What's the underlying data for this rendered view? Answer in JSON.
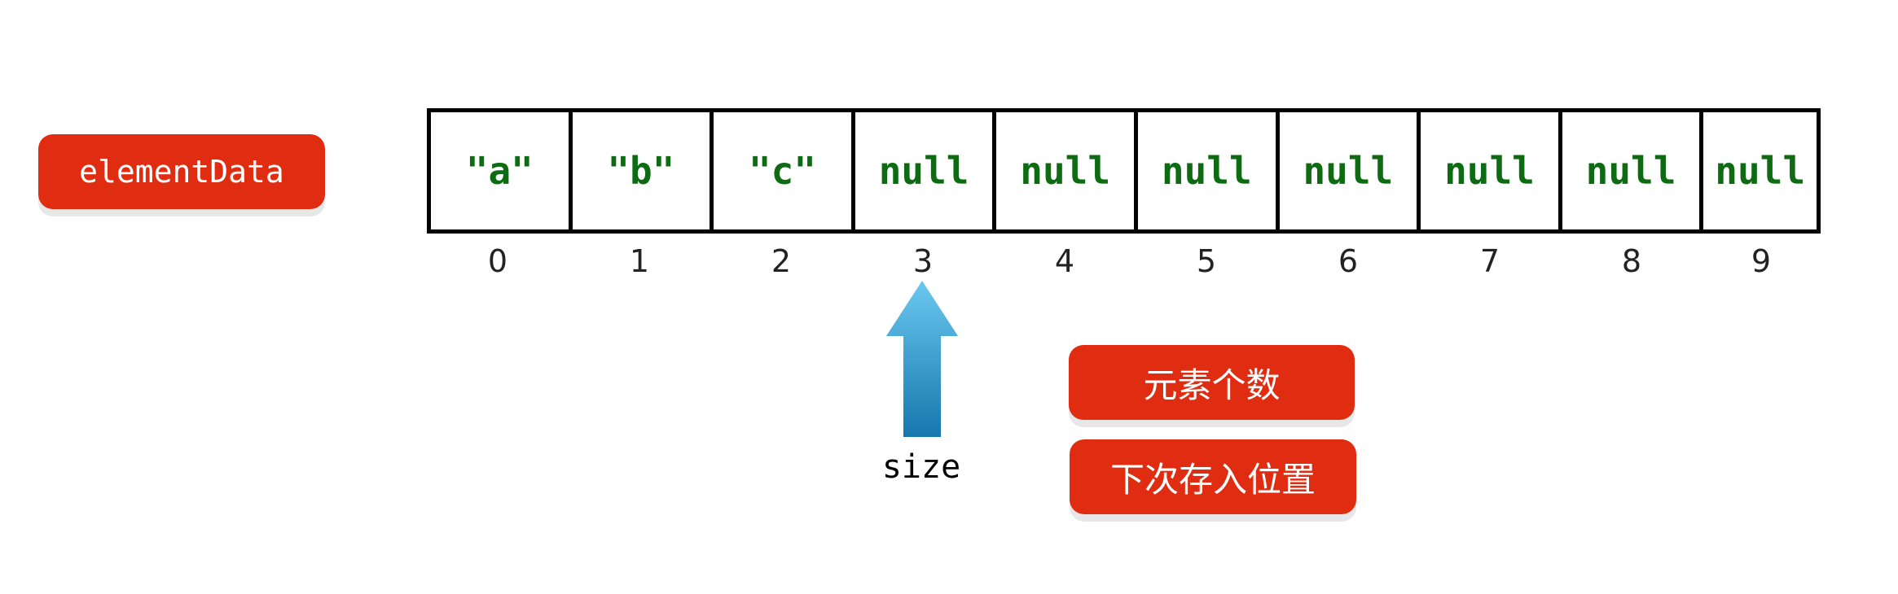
{
  "labels": {
    "array_name": "elementData",
    "pointer": "size",
    "note_count": "元素个数",
    "note_next": "下次存入位置"
  },
  "cells": [
    "\"a\"",
    "\"b\"",
    "\"c\"",
    "null",
    "null",
    "null",
    "null",
    "null",
    "null",
    "null"
  ],
  "indices": [
    "0",
    "1",
    "2",
    "3",
    "4",
    "5",
    "6",
    "7",
    "8",
    "9"
  ],
  "pointer_index": 3,
  "colors": {
    "accent_red": "#e02d12",
    "cell_text_green": "#0d6b12",
    "arrow_light": "#6cc8f0",
    "arrow_dark": "#1577ad"
  },
  "icons": {
    "pointer_arrow": "arrow-up-icon"
  }
}
